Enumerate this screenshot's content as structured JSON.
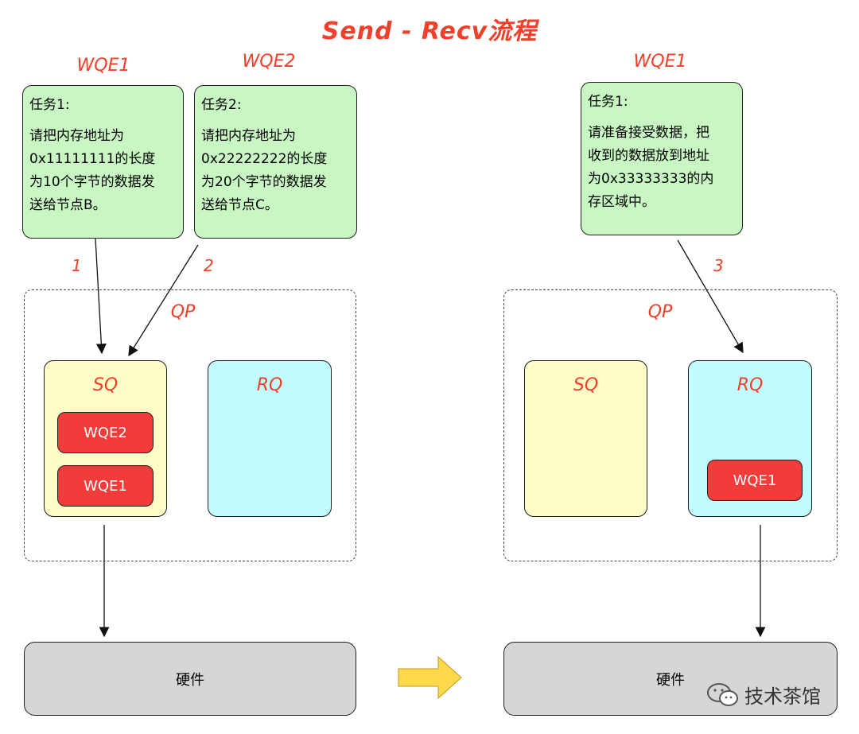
{
  "title": "Send - Recv流程",
  "left": {
    "wqe1_label": "WQE1",
    "wqe2_label": "WQE2",
    "task1": {
      "heading": "任务1:",
      "body": "请把内存地址为\n0x11111111的长度\n为10个字节的数据发\n送给节点B。"
    },
    "task2": {
      "heading": "任务2:",
      "body": "请把内存地址为\n0x22222222的长度\n为20个字节的数据发\n送给节点C。"
    },
    "step1": "1",
    "step2": "2",
    "qp_label": "QP",
    "sq_label": "SQ",
    "rq_label": "RQ",
    "sq_items": [
      "WQE2",
      "WQE1"
    ],
    "hardware": "硬件"
  },
  "right": {
    "wqe1_label": "WQE1",
    "task1": {
      "heading": "任务1:",
      "body": "请准备接受数据，把\n收到的数据放到地址\n为0x33333333的内\n存区域中。"
    },
    "step3": "3",
    "qp_label": "QP",
    "sq_label": "SQ",
    "rq_label": "RQ",
    "rq_items": [
      "WQE1"
    ],
    "hardware": "硬件"
  },
  "watermark": "技术茶馆",
  "colors": {
    "accent_red": "#f0402b",
    "task_green": "#c9f7c3",
    "sq_yellow": "#fffdc7",
    "rq_cyan": "#c1fdff",
    "wqe_red": "#f23c3a",
    "hardware_gray": "#d6d6d6",
    "transition_arrow": "#ffd94a"
  }
}
